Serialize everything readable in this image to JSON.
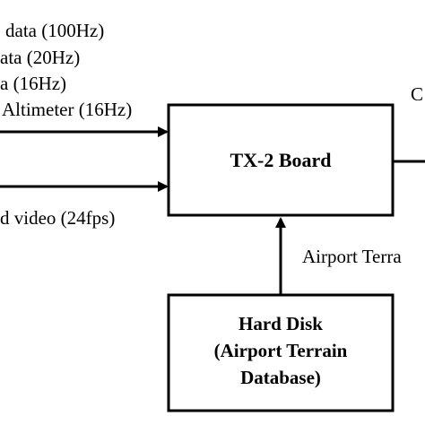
{
  "inputs": [
    "data (100Hz)",
    "ata (20Hz)",
    "a (16Hz)",
    "Altimeter (16Hz)",
    "d video (24fps)"
  ],
  "board": {
    "label": "TX-2 Board"
  },
  "disk": {
    "title": "Hard Disk",
    "line2": "(Airport Terrain",
    "line3": "Database)"
  },
  "link_label": "Airport Terra",
  "output_label": "C",
  "colors": {
    "stroke": "#000000",
    "background": "#ffffff"
  }
}
